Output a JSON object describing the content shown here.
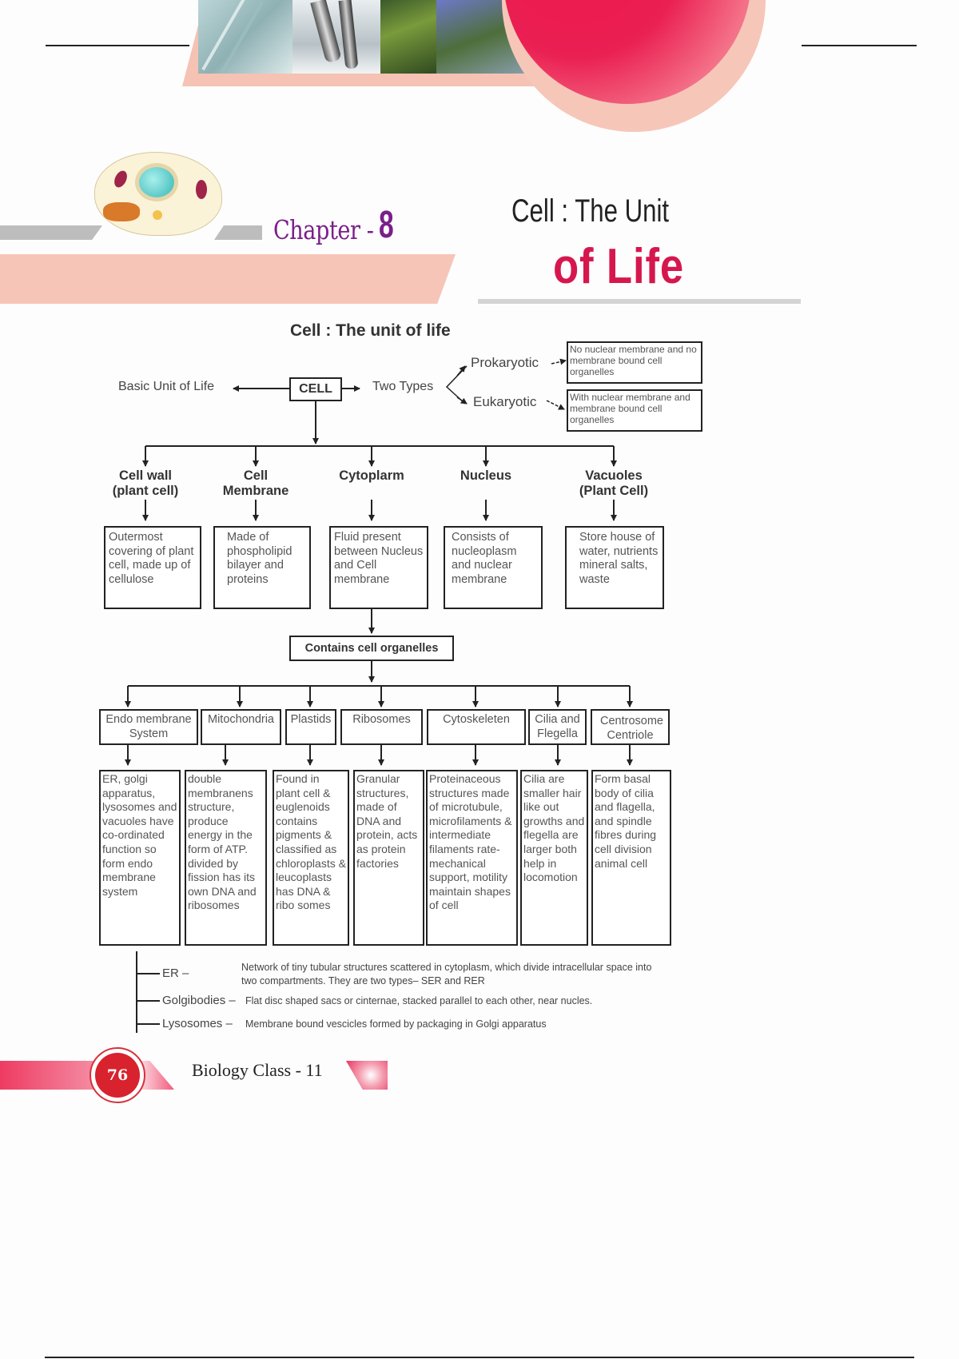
{
  "header": {
    "chapter_label": "Chapter -",
    "chapter_number": "8",
    "title_line1": "Cell : The Unit",
    "title_line2": "of Life",
    "accent_color": "#d6174e",
    "chapter_color": "#7a1f8a"
  },
  "diagram": {
    "title": "Cell : The unit of life",
    "basic_unit": "Basic Unit of Life",
    "cell": "CELL",
    "two_types": "Two Types",
    "types": [
      {
        "name": "Prokaryotic",
        "desc": "No nuclear membrane and no membrane bound cell organelles"
      },
      {
        "name": "Eukaryotic",
        "desc": "With nuclear membrane and membrane bound cell organelles"
      }
    ],
    "components": [
      {
        "name": "Cell wall (plant cell)",
        "line1": "Cell wall",
        "line2": "(plant cell)",
        "desc": "Outermost covering of plant cell, made up of cellulose"
      },
      {
        "name": "Cell Membrane",
        "line1": "Cell",
        "line2": "Membrane",
        "desc": "Made of phospholipid bilayer and proteins"
      },
      {
        "name": "Cytoplarm",
        "line1": "Cytoplarm",
        "line2": "",
        "desc": "Fluid present between Nucleus and Cell membrane"
      },
      {
        "name": "Nucleus",
        "line1": "Nucleus",
        "line2": "",
        "desc": "Consists of nucleoplasm and nuclear membrane"
      },
      {
        "name": "Vacuoles (Plant Cell)",
        "line1": "Vacuoles",
        "line2": "(Plant Cell)",
        "desc": "Store house of water, nutrients mineral salts, waste"
      }
    ],
    "contains": "Contains cell organelles",
    "organelles": [
      {
        "name": "Endo membrane System",
        "desc": "ER, golgi apparatus, lysosomes and vacuoles have co-ordinated function so form endo membrane system"
      },
      {
        "name": "Mitochondria",
        "desc": "double membranens structure, produce energy in the form of ATP. divided by fission has its own DNA and ribosomes"
      },
      {
        "name": "Plastids",
        "desc": "Found in plant cell & euglenoids contains pigments & classified as chloroplasts & leucoplasts has DNA & ribo somes"
      },
      {
        "name": "Ribosomes",
        "desc": "Granular structures, made of DNA and protein, acts as protein factories"
      },
      {
        "name": "Cytoskeleten",
        "desc": "Proteinaceous structures made of microtubule, microfilaments & intermediate filaments rate- mechanical support, motility maintain shapes of cell"
      },
      {
        "name": "Cilia and Flegella",
        "desc": "Cilia are smaller hair like out growths and flegella are larger both help in locomotion"
      },
      {
        "name": "Centrosome Centriole",
        "desc": "Form basal body of cilia and flagella, and spindle fibres during cell division animal cell"
      }
    ],
    "notes": [
      {
        "label": "ER –",
        "def": "Network of tiny tubular structures scattered in cytoplasm, which divide intracellular space into two compartments. They are two types– SER and RER"
      },
      {
        "label": "Golgibodies –",
        "def": "Flat disc shaped sacs or cinternae, stacked parallel to each other, near nucles."
      },
      {
        "label": "Lysosomes –",
        "def": "Membrane bound vescicles formed by packaging in Golgi apparatus"
      }
    ]
  },
  "footer": {
    "page_number": "76",
    "book_title": "Biology Class - 11"
  }
}
